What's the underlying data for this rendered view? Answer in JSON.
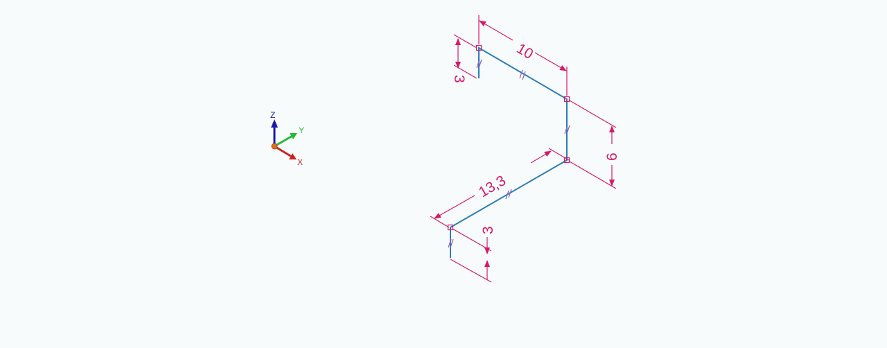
{
  "triad": {
    "z_label": "Z",
    "y_label": "Y",
    "x_label": "X",
    "colors": {
      "z": "#1a1aaa",
      "y": "#22bb33",
      "x": "#cc2222",
      "origin": "#e07020"
    }
  },
  "dimensions": {
    "d_top_horizontal": "10",
    "d_left_vertical": "3",
    "d_right_vertical": "6",
    "d_bottom_horizontal": "13,3",
    "d_bottom_vertical": "3"
  },
  "colors": {
    "pipe": "#2a7fb8",
    "dimension": "#d6196a",
    "background": "#f8fbfb"
  }
}
